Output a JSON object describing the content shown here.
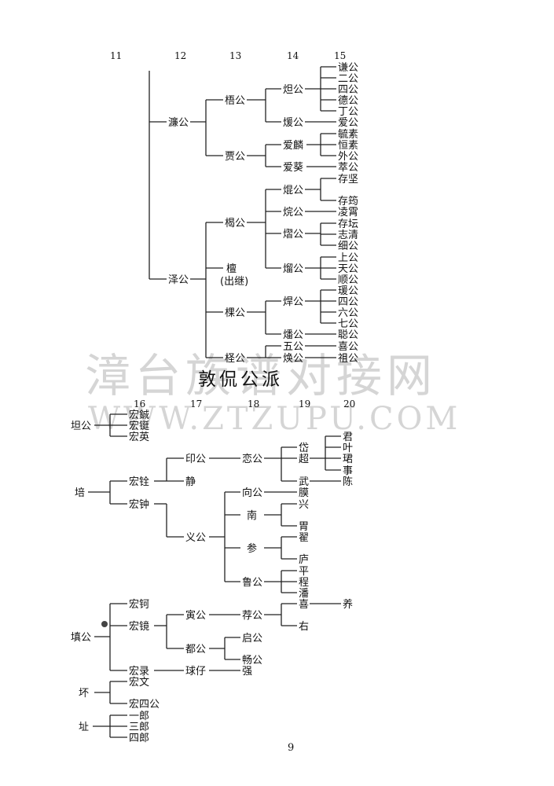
{
  "section_title": "敦侃公派",
  "page_number": "9",
  "watermark": {
    "text": "漳台族谱对接网",
    "url": "WWW.ZTZUPU.COM"
  },
  "top_tree": {
    "generations": [
      "11",
      "12",
      "13",
      "14",
      "15"
    ],
    "gen12": [
      "濂公",
      "泽公"
    ],
    "gen13": [
      "梧公",
      "贾公",
      "楬公",
      "檀",
      "(出继)",
      "棵公",
      "柽公"
    ],
    "gen14": [
      "炟公",
      "煖公",
      "爱麟",
      "爱葵",
      "焜公",
      "烷公",
      "熠公",
      "熘公",
      "焊公",
      "燔公",
      "五公",
      "焕公"
    ],
    "gen15": [
      "谦公",
      "二公",
      "四公",
      "德公",
      "丁公",
      "爱公",
      "毓素",
      "恒素",
      "外公",
      "萃公",
      "存坚",
      "存筠",
      "凌霄",
      "存坛",
      "志清",
      "细公",
      "上公",
      "天公",
      "顺公",
      "瑗公",
      "四公",
      "六公",
      "七公",
      "聪公",
      "喜公",
      "祖公"
    ]
  },
  "bottom_tree": {
    "generations": [
      "16",
      "17",
      "18",
      "19",
      "20"
    ],
    "roots": [
      "坦公",
      "培",
      "填公",
      "坏",
      "址"
    ],
    "gen16": [
      "宏鋮",
      "宏铤",
      "宏英",
      "宏铨",
      "宏钟",
      "宏钶",
      "宏镜",
      "宏录",
      "宏文",
      "宏四公",
      "一郎",
      "三郎",
      "四郎"
    ],
    "gen17": [
      "印公",
      "静",
      "义公",
      "寅公",
      "都公",
      "球仔"
    ],
    "gen18": [
      "恋公",
      "向公",
      "南",
      "参",
      "鲁公",
      "荐公",
      "启公",
      "畅公",
      "强"
    ],
    "gen19": [
      "岱",
      "超",
      "武",
      "膜",
      "兴",
      "胃",
      "翟",
      "庐",
      "平",
      "程",
      "潘",
      "喜",
      "右"
    ],
    "gen20": [
      "君",
      "叶",
      "珺",
      "事",
      "陈",
      "养"
    ]
  }
}
